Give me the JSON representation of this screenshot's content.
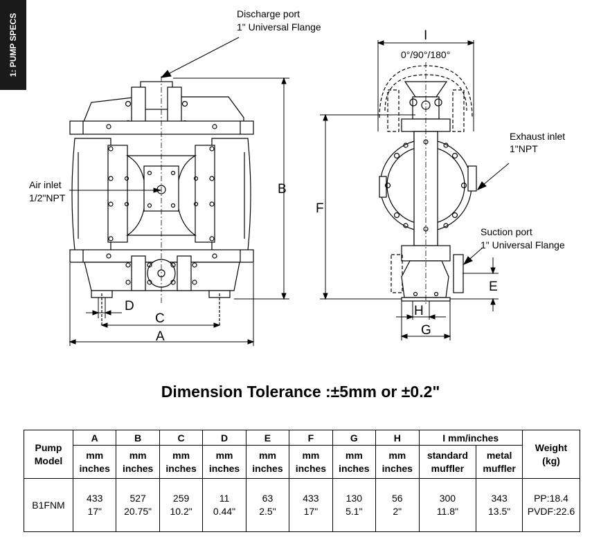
{
  "side_tab": "1: PUMP SPECS",
  "callouts": {
    "discharge_line1": "Discharge port",
    "discharge_line2": "1\" Universal Flange",
    "air_line1": "Air inlet",
    "air_line2": "1/2\"NPT",
    "exhaust_line1": "Exhaust inlet",
    "exhaust_line2": "1\"NPT",
    "suction_line1": "Suction port",
    "suction_line2": "1\" Universal Flange",
    "rotation": "0°/90°/180°"
  },
  "dims": {
    "A": "A",
    "B": "B",
    "C": "C",
    "D": "D",
    "E": "E",
    "F": "F",
    "G": "G",
    "H": "H",
    "I": "I"
  },
  "tolerance": "Dimension Tolerance :±5mm or ±0.2\"",
  "table": {
    "pump_model_header": "Pump\nModel",
    "columns": [
      "A",
      "B",
      "C",
      "D",
      "E",
      "F",
      "G",
      "H"
    ],
    "i_header": "I  mm/inches",
    "weight_header": "Weight\n(kg)",
    "unit_mm": "mm",
    "unit_inches": "inches",
    "standard_muffler": "standard\nmuffler",
    "metal_muffler": "metal\nmuffler",
    "row": {
      "model": "B1FNM",
      "values": [
        {
          "mm": "433",
          "in": "17\""
        },
        {
          "mm": "527",
          "in": "20.75\""
        },
        {
          "mm": "259",
          "in": "10.2\""
        },
        {
          "mm": "11",
          "in": "0.44\""
        },
        {
          "mm": "63",
          "in": "2.5\""
        },
        {
          "mm": "433",
          "in": "17\""
        },
        {
          "mm": "130",
          "in": "5.1\""
        },
        {
          "mm": "56",
          "in": "2\""
        }
      ],
      "standard": {
        "mm": "300",
        "in": "11.8\""
      },
      "metal": {
        "mm": "343",
        "in": "13.5\""
      },
      "weight": "PP:18.4\nPVDF:22.6"
    }
  }
}
